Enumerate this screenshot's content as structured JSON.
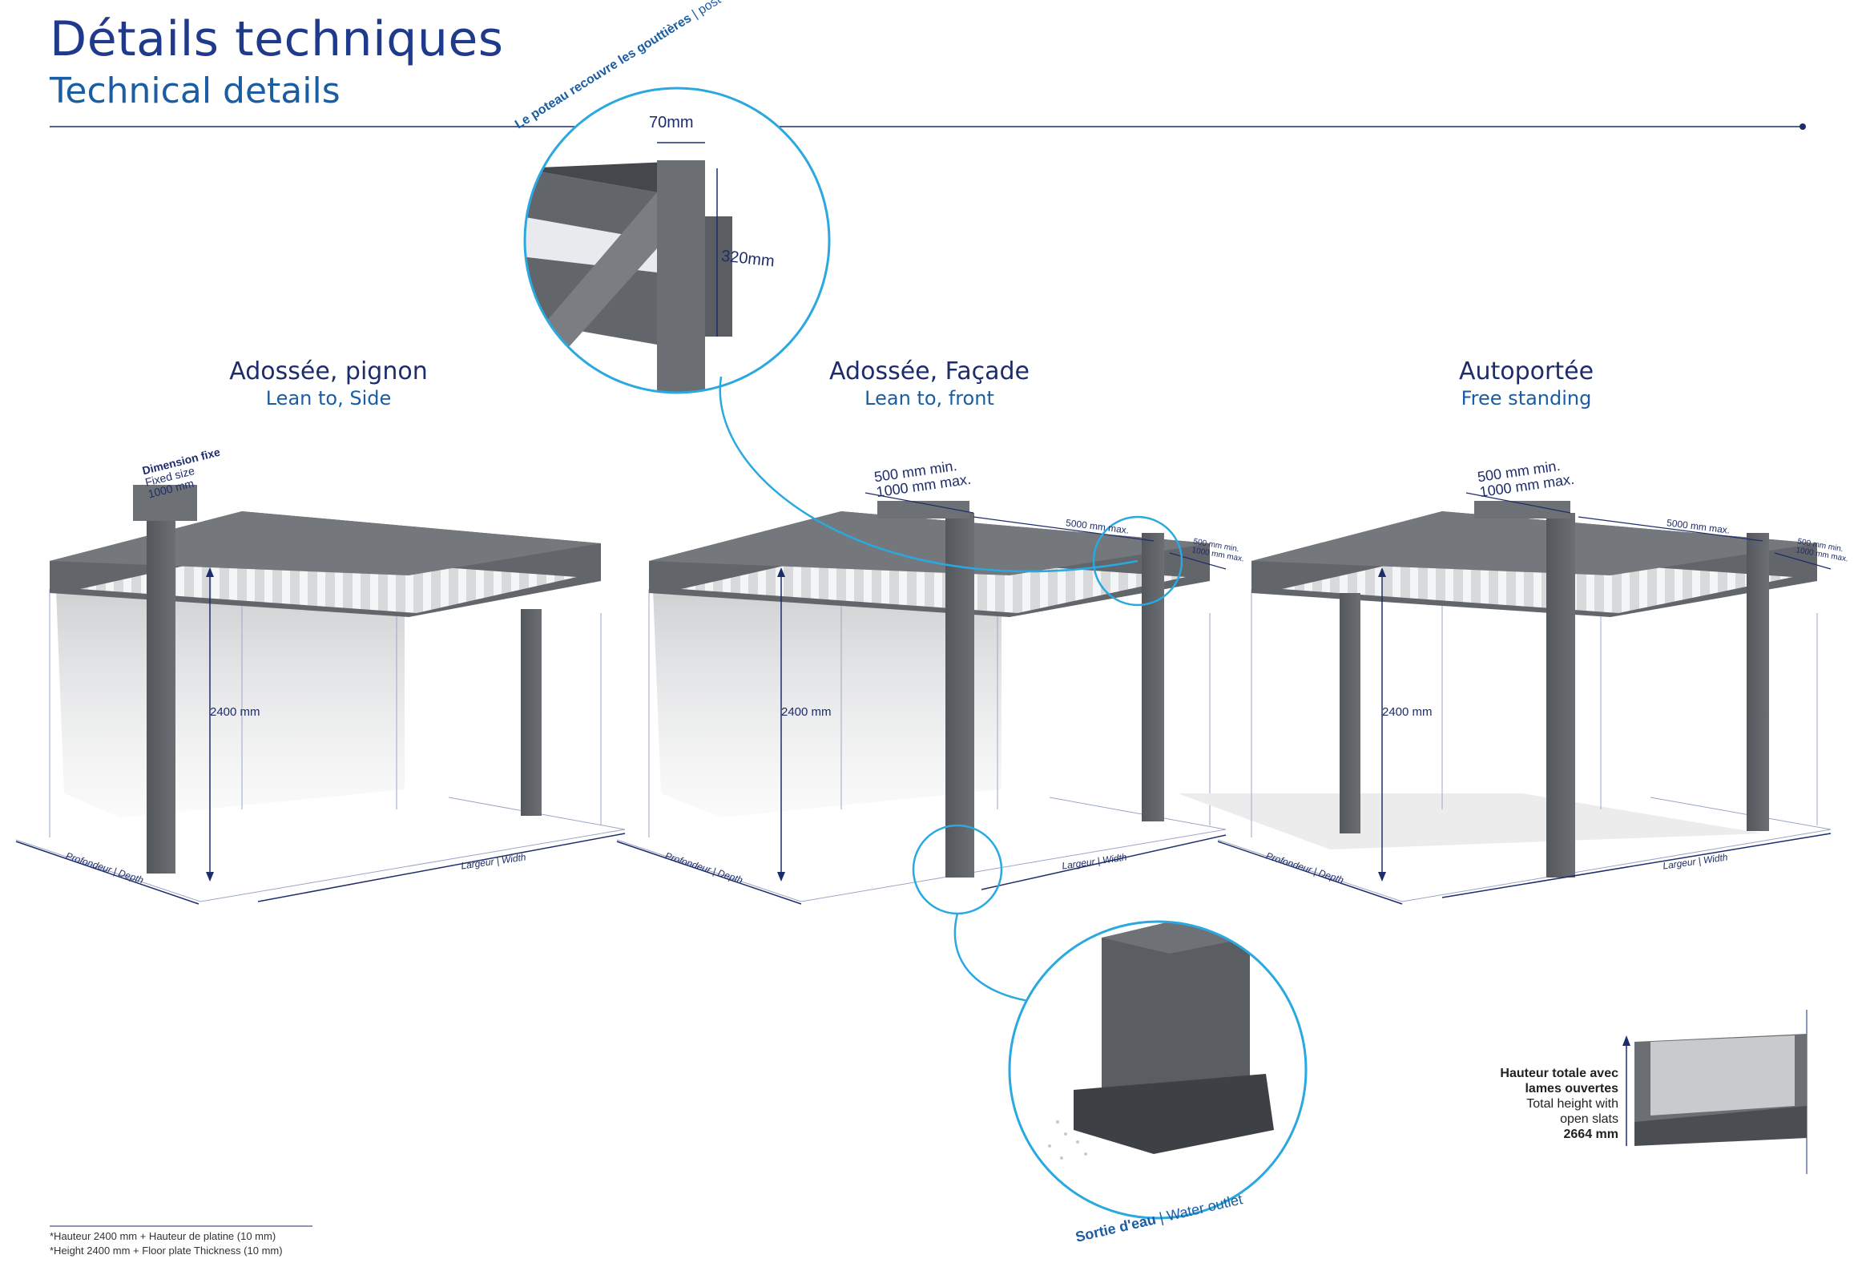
{
  "header": {
    "title_fr": "Détails techniques",
    "title_en": "Technical details"
  },
  "colors": {
    "navy": "#1d2d6b",
    "accent_blue": "#2aa8e0",
    "frame_gray": "#5c5f63",
    "dark_gray": "#3d4044"
  },
  "configurations": [
    {
      "fr": "Adossée, pignon",
      "en": "Lean to, Side"
    },
    {
      "fr": "Adossée, Façade",
      "en": "Lean to, front"
    },
    {
      "fr": "Autoportée",
      "en": "Free standing"
    }
  ],
  "dimensions": {
    "height": "2400 mm",
    "depth": "Profondeur | Depth",
    "width": "Largeur | Width",
    "fixed_dim_fr": "Dimension fixe",
    "fixed_dim_en": "Fixed size",
    "fixed_dim_val": "1000 mm",
    "overhang_min": "500 mm min.",
    "overhang_max": "1000 mm max.",
    "span": "5000 mm max.",
    "side_min": "500 mm min.",
    "side_max": "1000 mm max."
  },
  "gutter_detail": {
    "label_fr": "Le poteau recouvre les gouttières",
    "label_en": "post overlaps gutters",
    "post_width": "70mm",
    "gutter_height": "320mm"
  },
  "outlet_detail": {
    "label_fr": "Sortie d'eau",
    "label_en": "Water outlet"
  },
  "total_height": {
    "line1": "Hauteur totale avec",
    "line2": "lames ouvertes",
    "line3": "Total height with",
    "line4": "open slats",
    "value": "2664 mm"
  },
  "footnote": {
    "fr": "*Hauteur 2400 mm + Hauteur de platine (10 mm)",
    "en": "*Height 2400 mm + Floor plate Thickness (10 mm)"
  }
}
